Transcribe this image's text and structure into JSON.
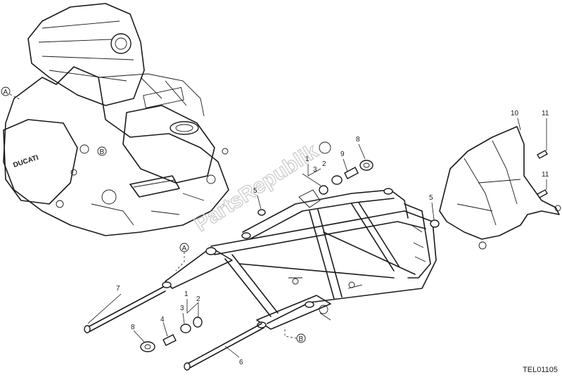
{
  "watermark": "PartsRepublik",
  "engine_badge": "DUCATI",
  "drawing_code": "TEL01105",
  "references": [
    "A",
    "B"
  ],
  "callouts": {
    "p1": "1",
    "p2": "2",
    "p3": "3",
    "p4": "4",
    "p5a": "5",
    "p5b": "5",
    "p6": "6",
    "p7": "7",
    "p8a": "8",
    "p8b": "8",
    "p9": "9",
    "p10": "10",
    "p11a": "11",
    "p11b": "11",
    "p3b": "3",
    "p2b": "2",
    "p1b": "1"
  }
}
